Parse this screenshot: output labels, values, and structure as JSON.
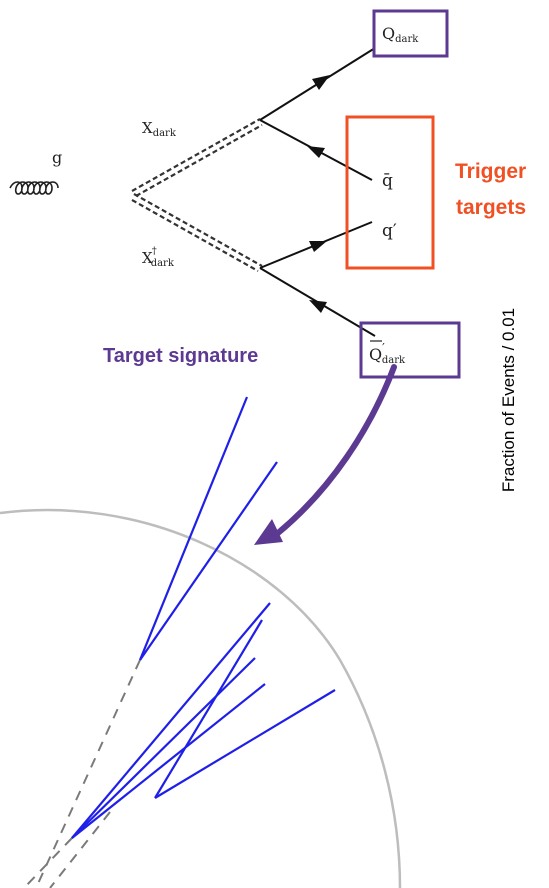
{
  "feynman": {
    "gluon": "g",
    "x_dark": {
      "base": "X",
      "sub": "dark"
    },
    "x_dark_dagger": {
      "base": "X",
      "sup": "†",
      "sub": "dark"
    },
    "q_dark": {
      "base": "Q",
      "sub": "dark"
    },
    "qbar": "q̄",
    "qprime": "q′",
    "qbar_dark_prime": {
      "base": "Q",
      "prime": "′",
      "sub": "dark"
    }
  },
  "annotations": {
    "trigger_line1": "Trigger",
    "trigger_line2": "targets",
    "target_signature": "Target signature"
  },
  "axis_label": "Fraction of Events / 0.01",
  "colors": {
    "purple": "#5c3a92",
    "orange": "#f05023",
    "jet_blue": "#1f1fe8",
    "dashed_gray": "#7a7a7a",
    "detector_arc": "#bdbdbd"
  }
}
